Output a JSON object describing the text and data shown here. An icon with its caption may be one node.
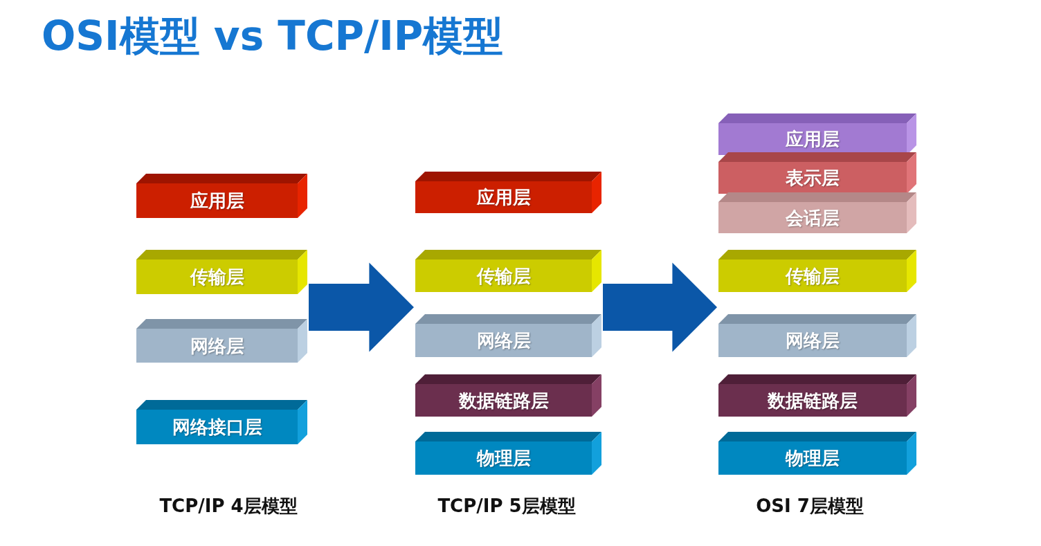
{
  "diagram": {
    "title": "OSI模型 vs TCP/IP模型",
    "nodes": [
      {
        "text": [
          "应用层"
        ]
      },
      {
        "text": [
          "传输层"
        ]
      },
      {
        "text": [
          "网络层"
        ]
      },
      {
        "text": [
          "网络接口层"
        ]
      },
      {
        "text": [
          "应用层"
        ]
      },
      {
        "text": [
          "传输层"
        ]
      },
      {
        "text": [
          "网络层"
        ]
      },
      {
        "text": [
          "数据链路层"
        ]
      },
      {
        "text": [
          "物理层"
        ]
      },
      {
        "text": [
          "应用层"
        ]
      },
      {
        "text": [
          "表示层"
        ]
      },
      {
        "text": [
          "会话层"
        ]
      },
      {
        "text": [
          "传输层"
        ]
      },
      {
        "text": [
          "网络层"
        ]
      },
      {
        "text": [
          "数据链路层"
        ]
      },
      {
        "text": [
          "物理层"
        ]
      }
    ],
    "edges": [
      {
        "from": 1,
        "to": 5,
        "arrow": "to",
        "style": "thick"
      },
      {
        "from": 5,
        "to": 12,
        "arrow": "to",
        "style": "thick"
      }
    ],
    "labels": [
      "TCP/IP 4层模型",
      "TCP/IP 5层模型",
      "OSI 7层模型"
    ]
  }
}
